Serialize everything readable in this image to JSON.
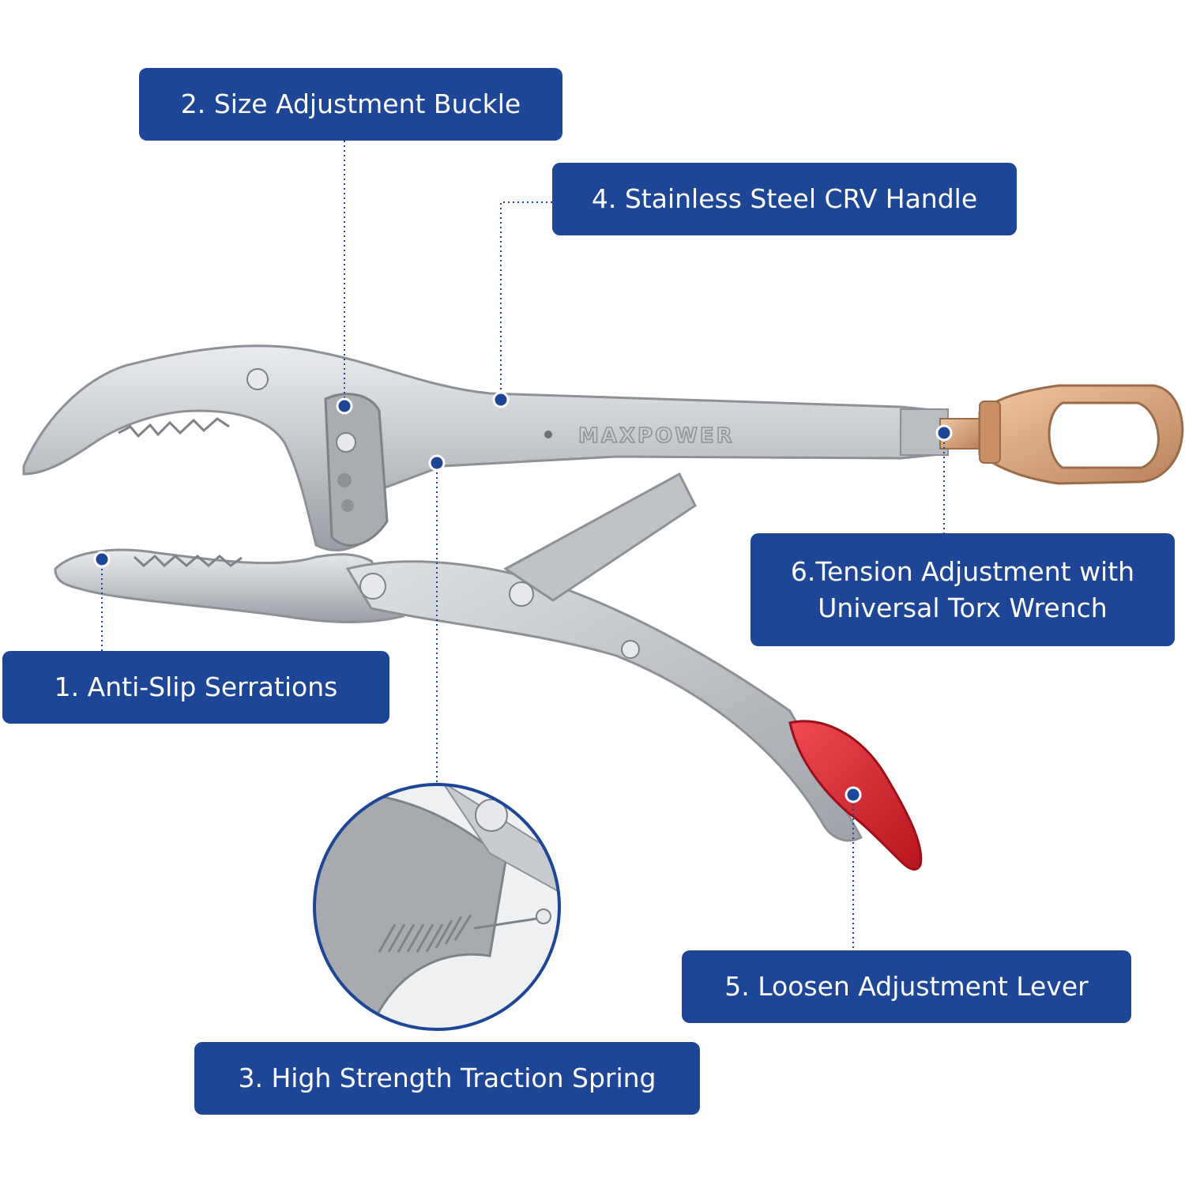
{
  "colors": {
    "callout_bg": "#1d4696",
    "callout_text": "#ffffff",
    "leader_line": "#1d4696",
    "steel": "#c9ccd0",
    "steel_dark": "#8d9196",
    "grip_red": "#d9232f",
    "brass": "#d9a57a"
  },
  "brand_marking": "MAXPOWER",
  "callouts": [
    {
      "id": "anti-slip",
      "label": "1. Anti-Slip Serrations"
    },
    {
      "id": "size-buckle",
      "label": "2. Size Adjustment Buckle"
    },
    {
      "id": "traction-spring",
      "label": "3. High Strength Traction Spring"
    },
    {
      "id": "crv-handle",
      "label": "4. Stainless Steel CRV Handle"
    },
    {
      "id": "release-lever",
      "label": "5. Loosen Adjustment Lever"
    },
    {
      "id": "tension",
      "label_line1": "6.Tension Adjustment with",
      "label_line2": "Universal Torx Wrench"
    }
  ]
}
